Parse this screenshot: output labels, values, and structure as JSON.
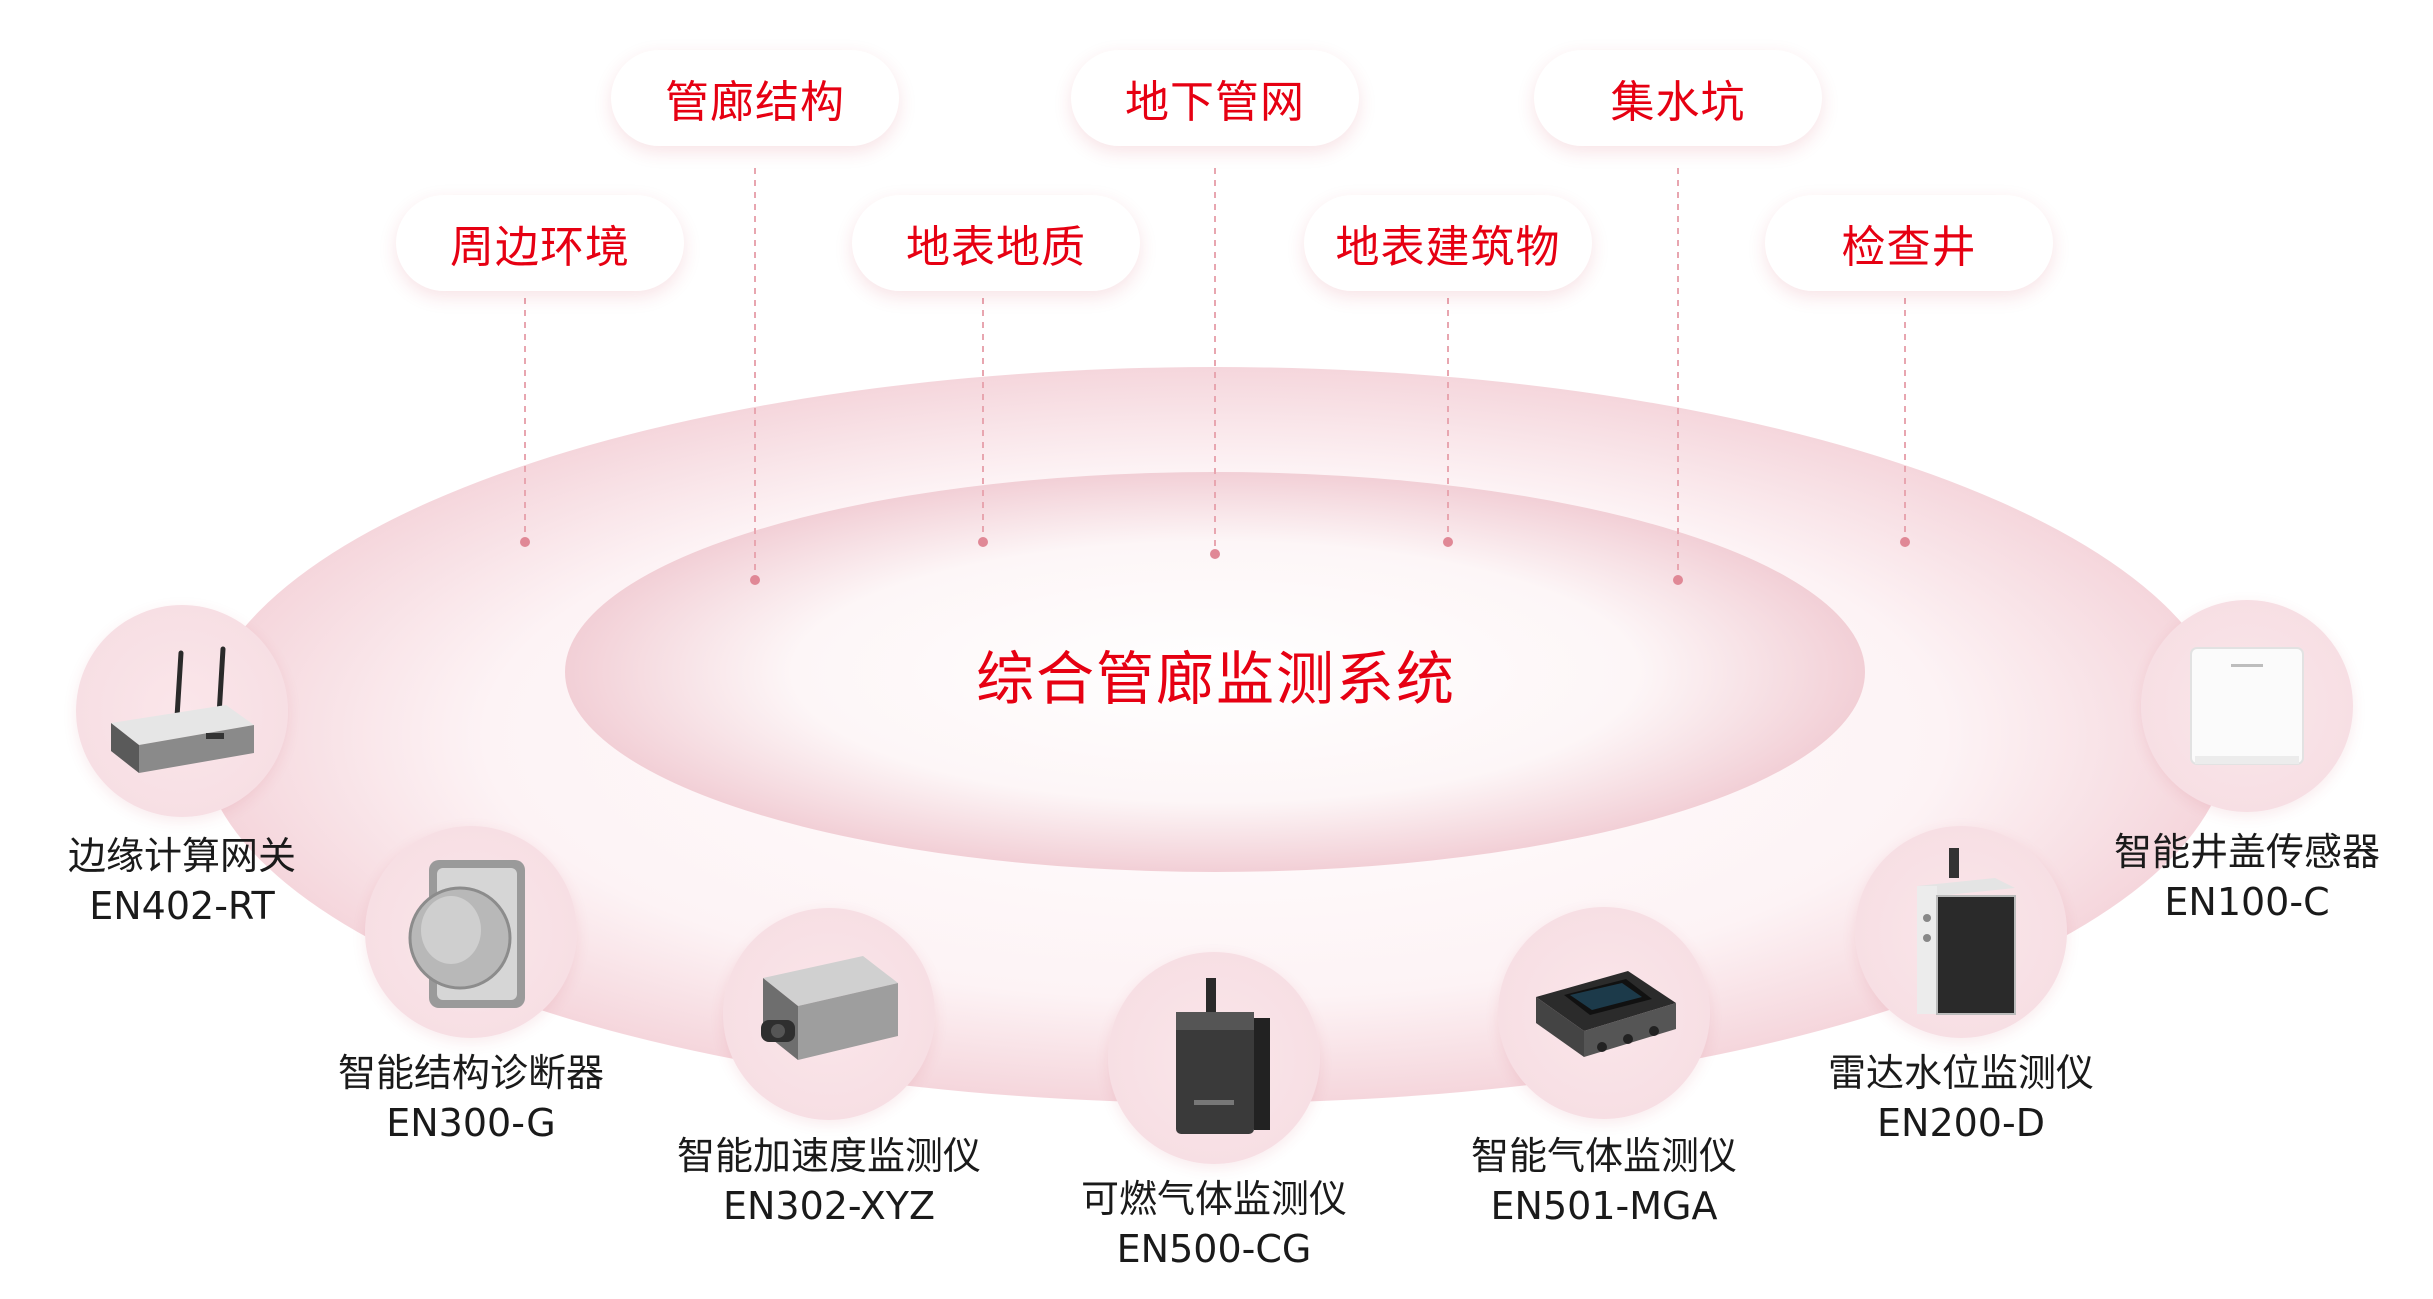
{
  "system": {
    "title": "综合管廊监测系统"
  },
  "categories": [
    {
      "id": "cat-corridor-structure",
      "label": "管廊结构"
    },
    {
      "id": "cat-underground-pipes",
      "label": "地下管网"
    },
    {
      "id": "cat-sump",
      "label": "集水坑"
    },
    {
      "id": "cat-surroundings",
      "label": "周边环境"
    },
    {
      "id": "cat-surface-geology",
      "label": "地表地质"
    },
    {
      "id": "cat-surface-buildings",
      "label": "地表建筑物"
    },
    {
      "id": "cat-inspection-well",
      "label": "检查井"
    }
  ],
  "devices": [
    {
      "id": "edge-gateway",
      "name": "边缘计算网关",
      "model": "EN402-RT",
      "icon": "edge-gateway-router-icon"
    },
    {
      "id": "structure-diagnostic",
      "name": "智能结构诊断器",
      "model": "EN300-G",
      "icon": "structure-diagnostic-device-icon"
    },
    {
      "id": "accelerometer",
      "name": "智能加速度监测仪",
      "model": "EN302-XYZ",
      "icon": "accelerometer-box-icon"
    },
    {
      "id": "combustible-gas",
      "name": "可燃气体监测仪",
      "model": "EN500-CG",
      "icon": "combustible-gas-monitor-icon"
    },
    {
      "id": "gas-monitor",
      "name": "智能气体监测仪",
      "model": "EN501-MGA",
      "icon": "gas-monitor-panel-icon"
    },
    {
      "id": "radar-level",
      "name": "雷达水位监测仪",
      "model": "EN200-D",
      "icon": "radar-water-level-icon"
    },
    {
      "id": "manhole-sensor",
      "name": "智能井盖传感器",
      "model": "EN100-C",
      "icon": "manhole-cover-sensor-icon"
    }
  ],
  "colors": {
    "accent": "#e60012",
    "text": "#1a1a1a",
    "ring": "#f6d9de",
    "connector": "#e8a6b0"
  }
}
